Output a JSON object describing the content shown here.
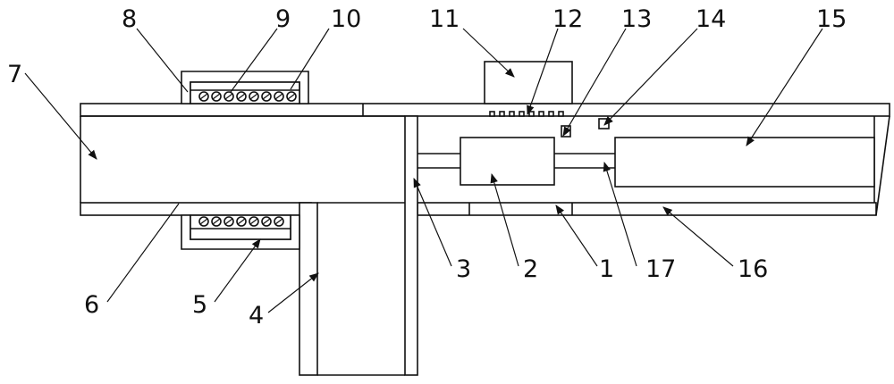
{
  "diagram": {
    "type": "patent-mechanical-cross-section",
    "labels": {
      "n1": "1",
      "n2": "2",
      "n3": "3",
      "n4": "4",
      "n5": "5",
      "n6": "6",
      "n7": "7",
      "n8": "8",
      "n9": "9",
      "n10": "10",
      "n11": "11",
      "n12": "12",
      "n13": "13",
      "n14": "14",
      "n15": "15",
      "n16": "16",
      "n17": "17"
    }
  }
}
